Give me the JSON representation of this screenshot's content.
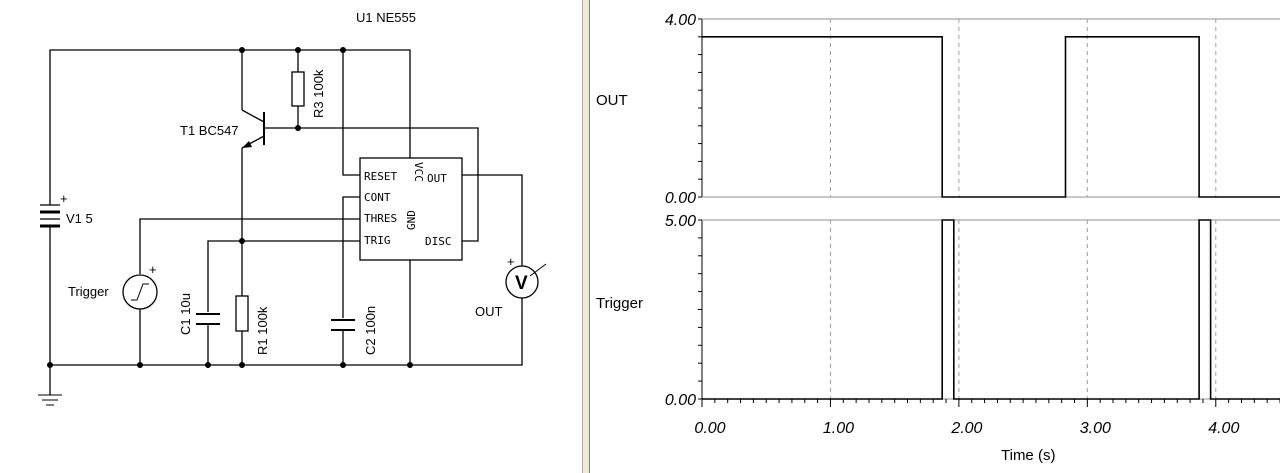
{
  "schematic": {
    "ic_label": "U1 NE555",
    "transistor_label": "T1 BC547",
    "r3_label": "R3 100k",
    "r1_label": "R1 100k",
    "c1_label": "C1 10u",
    "c2_label": "C2 100n",
    "v1_label": "V1 5",
    "v1_plus": "+",
    "trigger_label": "Trigger",
    "trigger_plus": "+",
    "voltmeter_label": "OUT",
    "voltmeter_symbol": "V",
    "voltmeter_plus": "+",
    "pins": {
      "reset": "RESET",
      "vcc": "VCC",
      "out": "OUT",
      "cont": "CONT",
      "thres": "THRES",
      "trig": "TRIG",
      "gnd": "GND",
      "disc": "DISC"
    }
  },
  "chart_data": {
    "type": "line",
    "xlabel": "Time (s)",
    "xlim": [
      0,
      4.5
    ],
    "x_ticks": [
      "0.00",
      "1.00",
      "2.00",
      "3.00",
      "4.00"
    ],
    "grid": true,
    "panels": [
      {
        "name": "OUT",
        "ylim": [
          0,
          4
        ],
        "y_ticks": [
          "4.00",
          "0.00"
        ],
        "x": [
          0,
          1.87,
          1.87,
          2.83,
          2.83,
          3.87,
          3.87,
          4.5
        ],
        "y": [
          3.6,
          3.6,
          0,
          0,
          3.6,
          3.6,
          0,
          0
        ]
      },
      {
        "name": "Trigger",
        "ylim": [
          0,
          5
        ],
        "y_ticks": [
          "5.00",
          "0.00"
        ],
        "x": [
          0,
          1.87,
          1.87,
          1.96,
          1.96,
          3.87,
          3.87,
          3.96,
          3.96,
          4.5
        ],
        "y": [
          0,
          0,
          5,
          5,
          0,
          0,
          5,
          5,
          0,
          0
        ]
      }
    ]
  }
}
